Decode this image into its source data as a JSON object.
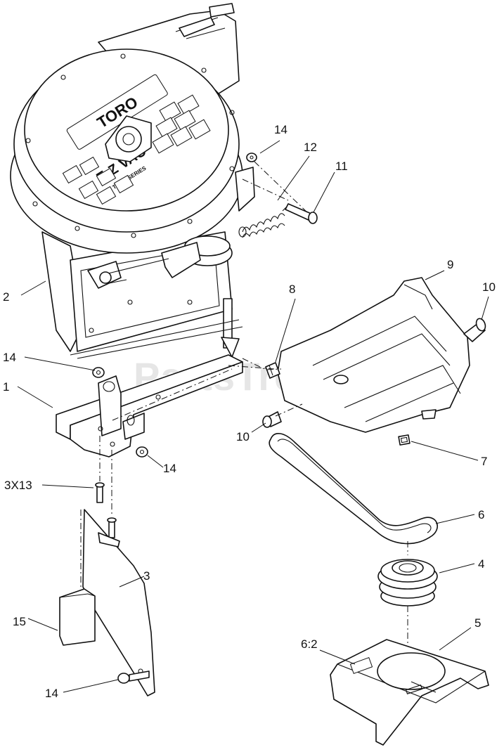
{
  "watermark": "PartsTree",
  "housing_decal": {
    "brand": "TORO",
    "model": "E-Z VAC",
    "series": "TITAN SERIES"
  },
  "callouts": [
    {
      "id": "callout-1",
      "label": "1"
    },
    {
      "id": "callout-2",
      "label": "2"
    },
    {
      "id": "callout-3",
      "label": "3"
    },
    {
      "id": "callout-3x13",
      "label": "3X13"
    },
    {
      "id": "callout-4",
      "label": "4"
    },
    {
      "id": "callout-5",
      "label": "5"
    },
    {
      "id": "callout-6",
      "label": "6"
    },
    {
      "id": "callout-6-2",
      "label": "6:2"
    },
    {
      "id": "callout-7",
      "label": "7"
    },
    {
      "id": "callout-8",
      "label": "8"
    },
    {
      "id": "callout-9",
      "label": "9"
    },
    {
      "id": "callout-10-right",
      "label": "10"
    },
    {
      "id": "callout-10-left",
      "label": "10"
    },
    {
      "id": "callout-11",
      "label": "11"
    },
    {
      "id": "callout-12",
      "label": "12"
    },
    {
      "id": "callout-14-top",
      "label": "14"
    },
    {
      "id": "callout-14-left",
      "label": "14"
    },
    {
      "id": "callout-14-mid",
      "label": "14"
    },
    {
      "id": "callout-14-bottom",
      "label": "14"
    },
    {
      "id": "callout-15",
      "label": "15"
    }
  ]
}
